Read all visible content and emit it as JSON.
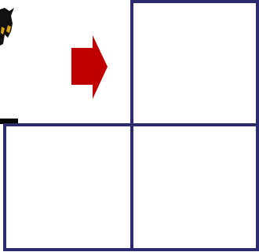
{
  "scene": {
    "background": "#ffffff",
    "grid_color": "#2b2b6e",
    "arrow_color": "#c00000",
    "arrow_direction": "right",
    "base_bar_color": "#000000",
    "figure_icon": "partial-dark-figure-icon",
    "cells": [
      {
        "position": "top-right",
        "content": ""
      },
      {
        "position": "bottom-left",
        "content": ""
      },
      {
        "position": "bottom-right",
        "content": ""
      }
    ]
  }
}
